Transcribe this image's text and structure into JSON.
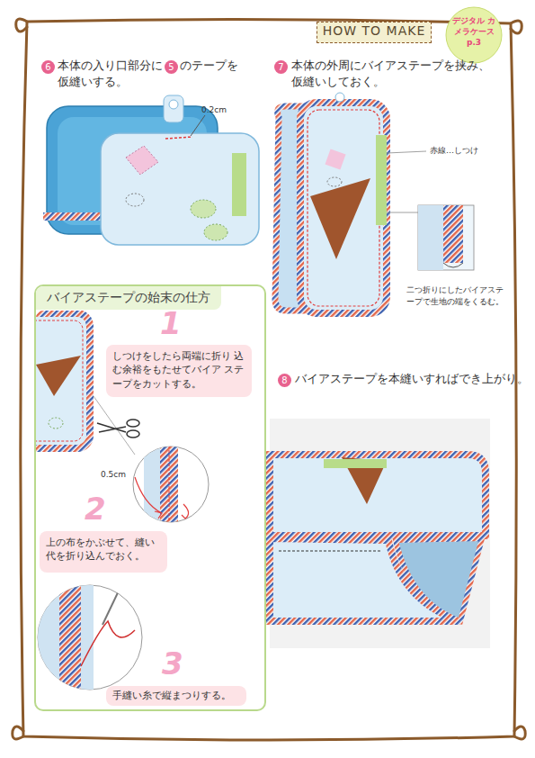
{
  "diagram": {
    "nodes": [
      {
        "text": [
          "HOW TO MAKE"
        ]
      },
      {
        "text": [
          "デジタル カメラケース p.3"
        ]
      },
      {
        "text": [
          "バイアステープの始末の仕方"
        ]
      },
      {
        "text": [
          "しつけをしたら両端に折り 込む余裕をもたせてバイア ステープをカットする。"
        ],
        "in": 2
      },
      {
        "text": [
          "上の布をかぶせて、縫い 代を折り込んでおく。"
        ],
        "in": 2
      },
      {
        "text": [
          "手縫い糸で縦まつりする。"
        ],
        "in": 2
      }
    ],
    "labels": [
      "6",
      "本体の入り口部分に",
      "5",
      "のテープを",
      "仮縫いする。",
      "0.2cm",
      "7",
      "本体の外周にバイアステープを挟み、 仮縫いしておく。",
      "赤線…しつけ",
      "二つ折りにしたバイアステ ープで生地の端をくるむ。",
      "1",
      "0.5cm",
      "2",
      "3",
      "8",
      "バイアステープを本縫いすればでき上がり。"
    ]
  }
}
